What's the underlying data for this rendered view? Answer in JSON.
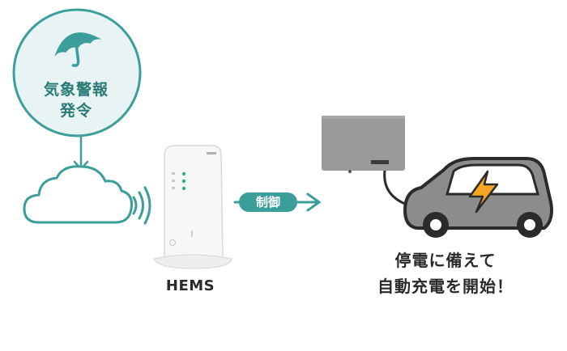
{
  "alert": {
    "line1": "気象警報",
    "line2": "発令"
  },
  "hems": {
    "label": "HEMS"
  },
  "flow": {
    "control_label": "制御"
  },
  "message": {
    "line1": "停電に備えて",
    "line2": "自動充電を開始！"
  },
  "colors": {
    "teal": "#3c9e9a",
    "teal_light": "#e8f4f3",
    "gray_unit": "#9a9a9a",
    "car_gray": "#8c8c8c",
    "bolt": "#f5a623"
  },
  "icons": [
    "umbrella-icon",
    "cloud-icon",
    "wireless-signal-icon",
    "lightning-bolt-icon"
  ]
}
